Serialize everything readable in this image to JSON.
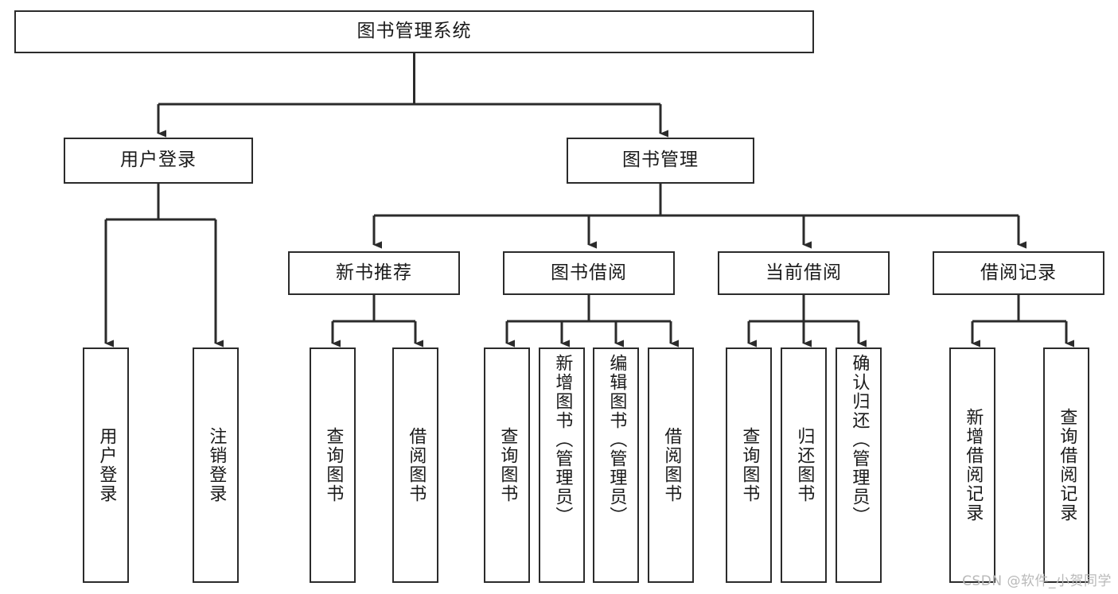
{
  "diagram": {
    "type": "tree",
    "orientation": "top-down",
    "title": "图书管理系统",
    "root": {
      "id": "root",
      "label": "图书管理系统",
      "level": 0,
      "text_orientation": "horizontal"
    },
    "level1": [
      {
        "id": "user-login",
        "label": "用户登录",
        "text_orientation": "horizontal"
      },
      {
        "id": "book-manage",
        "label": "图书管理",
        "text_orientation": "horizontal"
      }
    ],
    "level2": [
      {
        "id": "new-book-rec",
        "label": "新书推荐",
        "parent": "book-manage",
        "text_orientation": "horizontal"
      },
      {
        "id": "book-borrow",
        "label": "图书借阅",
        "parent": "book-manage",
        "text_orientation": "horizontal"
      },
      {
        "id": "current-borrow",
        "label": "当前借阅",
        "parent": "book-manage",
        "text_orientation": "horizontal"
      },
      {
        "id": "borrow-record",
        "label": "借阅记录",
        "parent": "book-manage",
        "text_orientation": "horizontal"
      }
    ],
    "leaves": [
      {
        "id": "leaf-user-login",
        "label": "用户登录",
        "parent": "user-login",
        "text_orientation": "vertical"
      },
      {
        "id": "leaf-user-logout",
        "label": "注销登录",
        "parent": "user-login",
        "text_orientation": "vertical"
      },
      {
        "id": "leaf-query-book-1",
        "label": "查询图书",
        "parent": "new-book-rec",
        "text_orientation": "vertical"
      },
      {
        "id": "leaf-borrow-book-1",
        "label": "借阅图书",
        "parent": "new-book-rec",
        "text_orientation": "vertical"
      },
      {
        "id": "leaf-query-book-2",
        "label": "查询图书",
        "parent": "book-borrow",
        "text_orientation": "vertical"
      },
      {
        "id": "leaf-add-book",
        "label": "新增图书（管理员）",
        "parent": "book-borrow",
        "text_orientation": "vertical"
      },
      {
        "id": "leaf-edit-book",
        "label": "编辑图书（管理员）",
        "parent": "book-borrow",
        "text_orientation": "vertical"
      },
      {
        "id": "leaf-borrow-book-2",
        "label": "借阅图书",
        "parent": "book-borrow",
        "text_orientation": "vertical"
      },
      {
        "id": "leaf-query-book-3",
        "label": "查询图书",
        "parent": "current-borrow",
        "text_orientation": "vertical"
      },
      {
        "id": "leaf-return-book",
        "label": "归还图书",
        "parent": "current-borrow",
        "text_orientation": "vertical"
      },
      {
        "id": "leaf-confirm-return",
        "label": "确认归还（管理员）",
        "parent": "current-borrow",
        "text_orientation": "vertical"
      },
      {
        "id": "leaf-add-record",
        "label": "新增借阅记录",
        "parent": "borrow-record",
        "text_orientation": "vertical"
      },
      {
        "id": "leaf-query-record",
        "label": "查询借阅记录",
        "parent": "borrow-record",
        "text_orientation": "vertical"
      }
    ],
    "colors": {
      "border": "#2b2b2b",
      "fill": "#ffffff",
      "text": "#1a1a1a",
      "edge": "#2b2b2b",
      "watermark": "#b9b9b9"
    }
  },
  "watermark": {
    "text": "CSDN @软件_小贺同学"
  }
}
